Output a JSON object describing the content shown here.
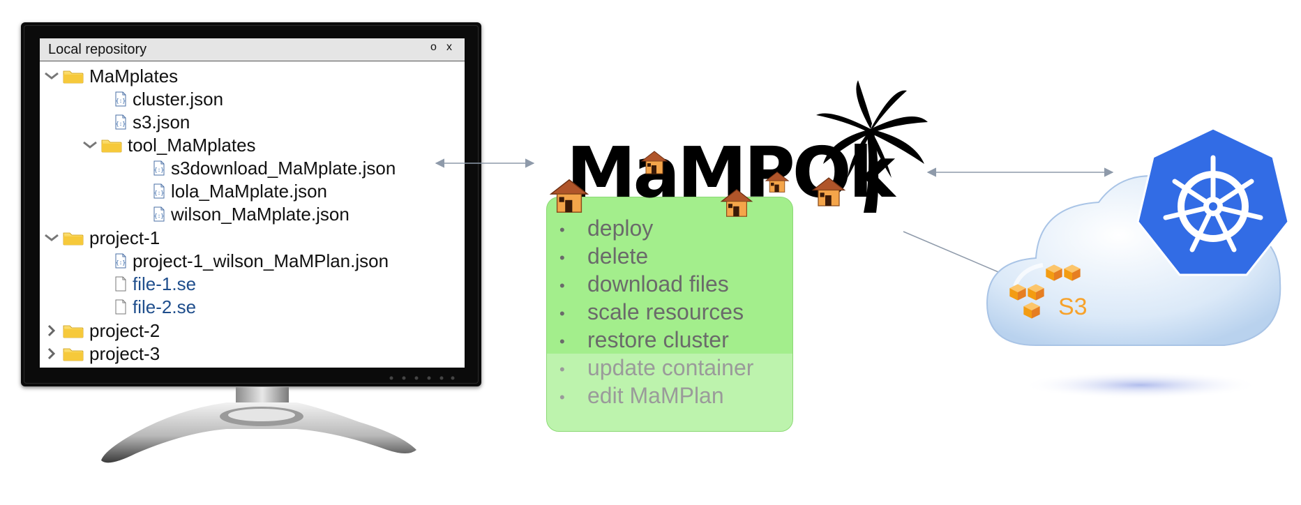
{
  "window": {
    "title": "Local repository",
    "min_label": "o",
    "close_label": "x"
  },
  "tree": [
    {
      "label": "MaMplates",
      "type": "folder",
      "expanded": true
    },
    {
      "label": "cluster.json",
      "type": "json"
    },
    {
      "label": "s3.json",
      "type": "json"
    },
    {
      "label": "tool_MaMplates",
      "type": "folder",
      "expanded": true
    },
    {
      "label": "s3download_MaMplate.json",
      "type": "json"
    },
    {
      "label": "lola_MaMplate.json",
      "type": "json"
    },
    {
      "label": "wilson_MaMplate.json",
      "type": "json"
    },
    {
      "label": "project-1",
      "type": "folder",
      "expanded": true
    },
    {
      "label": "project-1_wilson_MaMPlan.json",
      "type": "json"
    },
    {
      "label": "file-1.se",
      "type": "file"
    },
    {
      "label": "file-2.se",
      "type": "file"
    },
    {
      "label": "project-2",
      "type": "folder",
      "expanded": false
    },
    {
      "label": "project-3",
      "type": "folder",
      "expanded": false
    }
  ],
  "logo": {
    "text": "MaMPOk"
  },
  "actions": {
    "primary": [
      "deploy",
      "delete",
      "download files",
      "scale resources",
      "restore cluster"
    ],
    "secondary": [
      "update container",
      "edit MaMPlan"
    ]
  },
  "cloud": {
    "s3_label": "S3"
  },
  "colors": {
    "action_box": "#a3ee8c",
    "action_box_muted": "#bdf3ad",
    "kubernetes_blue": "#326ce5",
    "s3_orange": "#f7a22a",
    "folder_yellow": "#f3c623",
    "link_blue": "#1f4e8c"
  },
  "icons": [
    "folder-icon",
    "json-file-icon",
    "file-icon",
    "chevron-down-icon",
    "chevron-right-icon",
    "kubernetes-icon",
    "s3-icon",
    "cloud-icon",
    "palm-tree-icon",
    "hut-icon"
  ]
}
